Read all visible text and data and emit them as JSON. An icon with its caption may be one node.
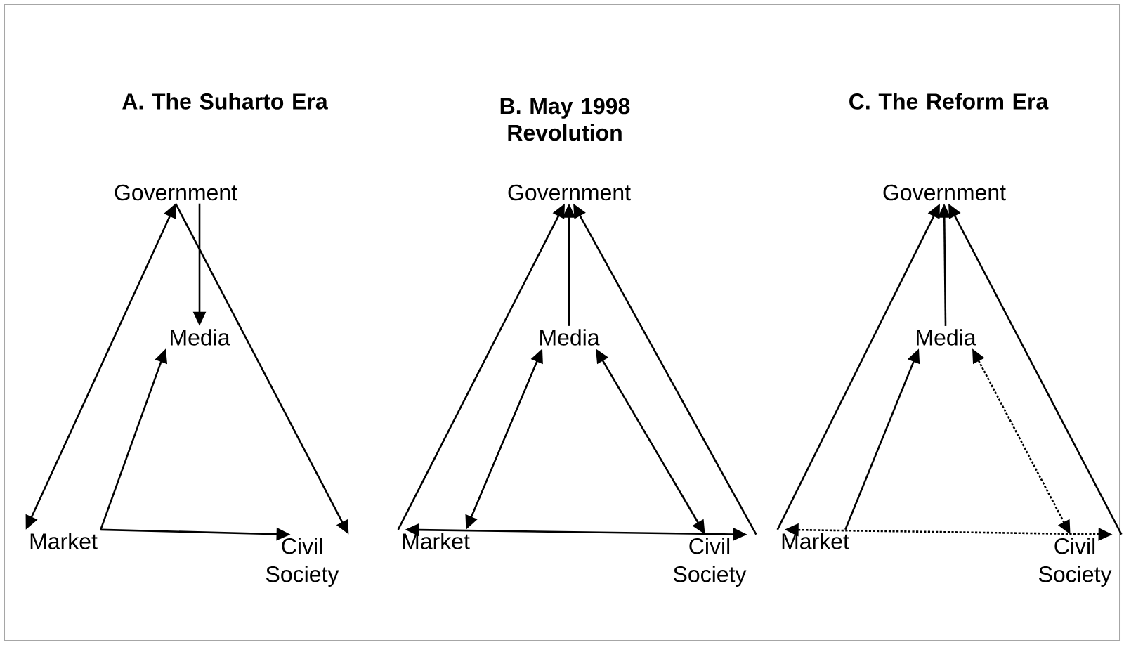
{
  "diagram": {
    "nodes": [
      {
        "text": [
          "Government"
        ]
      },
      {
        "text": [
          "Media"
        ]
      },
      {
        "text": [
          "Market"
        ]
      },
      {
        "text": [
          "Civil Society"
        ]
      },
      {
        "text": [
          "Government"
        ]
      },
      {
        "text": [
          "Media"
        ]
      },
      {
        "text": [
          "Market"
        ]
      },
      {
        "text": [
          "Civil Society"
        ]
      },
      {
        "text": [
          "Government"
        ]
      },
      {
        "text": [
          "Media"
        ]
      },
      {
        "text": [
          "Market"
        ]
      },
      {
        "text": [
          "Civil Society"
        ]
      }
    ],
    "edges": [
      {
        "from": 2,
        "to": 0,
        "arrow": "both"
      },
      {
        "from": 0,
        "to": 3,
        "arrow": "to"
      },
      {
        "from": 0,
        "to": 1,
        "arrow": "to"
      },
      {
        "from": 2,
        "to": 1,
        "arrow": "to"
      },
      {
        "from": 2,
        "to": 3,
        "arrow": "to"
      },
      {
        "from": 6,
        "to": 4,
        "arrow": "to"
      },
      {
        "from": 7,
        "to": 4,
        "arrow": "to"
      },
      {
        "from": 5,
        "to": 4,
        "arrow": "to"
      },
      {
        "from": 6,
        "to": 5,
        "arrow": "both"
      },
      {
        "from": 5,
        "to": 7,
        "arrow": "both"
      },
      {
        "from": 6,
        "to": 7,
        "arrow": "both"
      },
      {
        "from": 10,
        "to": 8,
        "arrow": "to"
      },
      {
        "from": 11,
        "to": 8,
        "arrow": "to"
      },
      {
        "from": 9,
        "to": 8,
        "arrow": "to"
      },
      {
        "from": 10,
        "to": 9,
        "arrow": "to"
      },
      {
        "from": 9,
        "to": 11,
        "arrow": "both",
        "style": "dashed"
      },
      {
        "from": 10,
        "to": 11,
        "arrow": "both",
        "style": "dashed"
      }
    ],
    "labels": [
      "A. The Suharto Era",
      "B. May 1998 Revolution",
      "C. The Reform Era"
    ]
  }
}
